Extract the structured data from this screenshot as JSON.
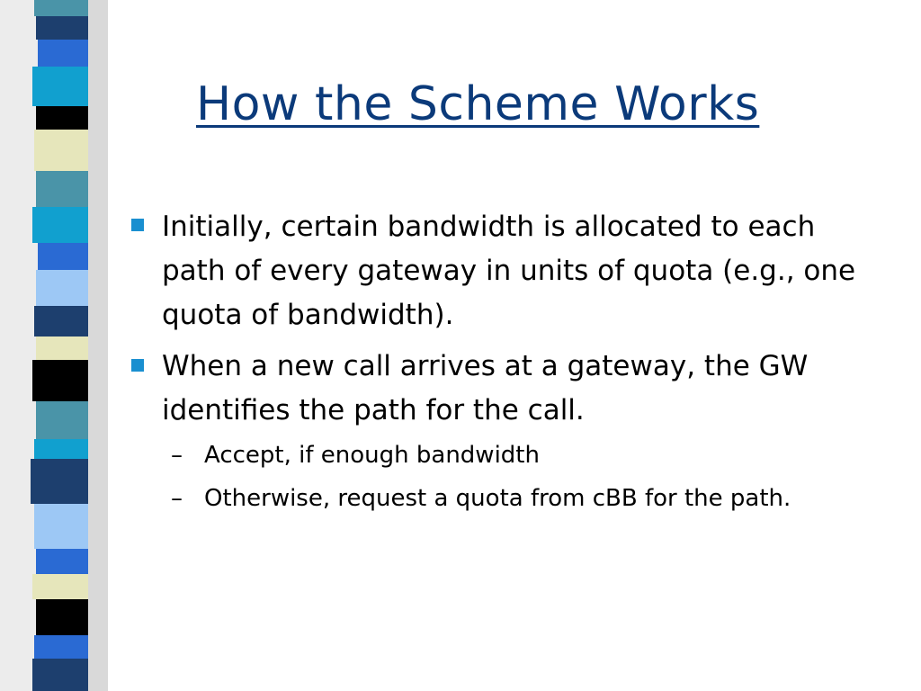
{
  "slide": {
    "title": "How the Scheme Works",
    "bullets": [
      {
        "text": "Initially, certain bandwidth is allocated to each path of every gateway in units of quota (e.g., one quota of bandwidth)."
      },
      {
        "text": "When a new call arrives at a gateway, the GW identifies the path for the call.",
        "subitems": [
          "Accept, if enough bandwidth",
          "Otherwise, request a quota from cBB for the path."
        ]
      }
    ],
    "sub_marker": "–"
  },
  "colors": {
    "title": "#0b3a7a",
    "bullet_marker": "#1a8fd0",
    "strip_palette": [
      "#1d3f6e",
      "#2a6ad3",
      "#4a94a8",
      "#9dc8f5",
      "#e6e6bb",
      "#000000",
      "#11a0cf",
      "#0c1e2b"
    ]
  }
}
